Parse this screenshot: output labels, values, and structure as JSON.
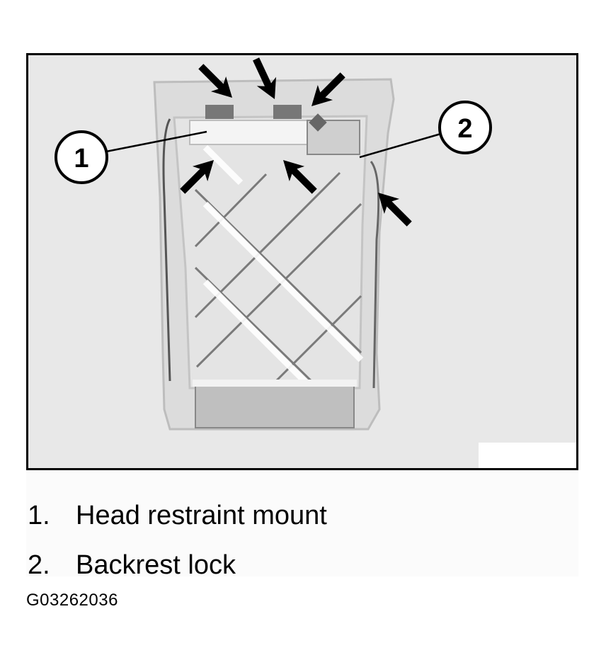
{
  "figure": {
    "callouts": [
      {
        "number": "1"
      },
      {
        "number": "2"
      }
    ],
    "arrow_icon": "arrow-pointer-icon"
  },
  "legend": {
    "items": [
      {
        "number": "1.",
        "label": "Head restraint mount"
      },
      {
        "number": "2.",
        "label": "Backrest lock"
      }
    ]
  },
  "figure_id": "G03262036",
  "colors": {
    "border": "#000000",
    "panel_background": "#e8e8e8",
    "frame": "#d8d8d8",
    "arrow": "#000000"
  }
}
